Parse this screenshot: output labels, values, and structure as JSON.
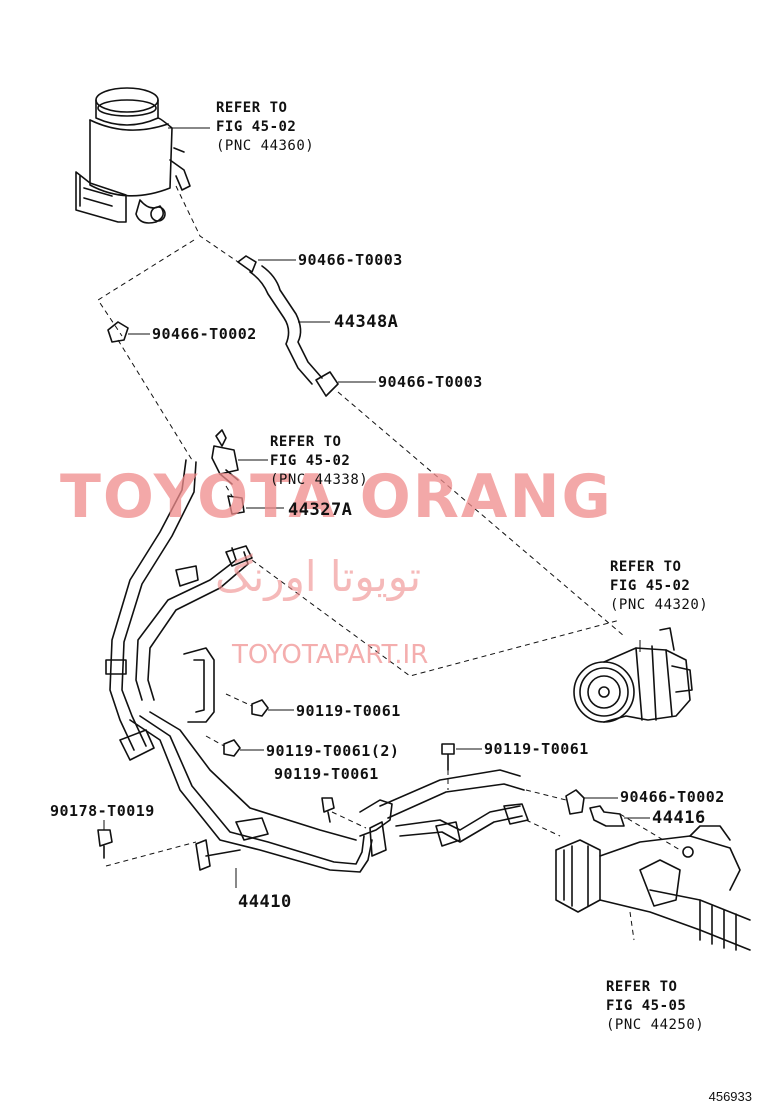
{
  "labels": {
    "p1": "90466-T0003",
    "p2": "44348A",
    "p3": "90466-T0002",
    "p4": "90466-T0003",
    "p5": "44327A",
    "p6": "90119-T0061",
    "p7": "90119-T0061(2)",
    "p8": "90119-T0061",
    "p9": "90119-T0061",
    "p10": "90178-T0019",
    "p11": "90466-T0002",
    "p12": "44416",
    "p13": "44410"
  },
  "refs": {
    "r1": {
      "line1": "REFER TO",
      "line2": "FIG 45-02",
      "line3": "(PNC 44360)"
    },
    "r2": {
      "line1": "REFER TO",
      "line2": "FIG 45-02",
      "line3": "(PNC 44338)"
    },
    "r3": {
      "line1": "REFER TO",
      "line2": "FIG 45-02",
      "line3": "(PNC 44320)"
    },
    "r4": {
      "line1": "REFER TO",
      "line2": "FIG 45-05",
      "line3": "(PNC 44250)"
    }
  },
  "watermark": {
    "main": "TOYOTA ORANG",
    "persian": "تویوتا اورنگ",
    "url": "TOYOTAPART.IR"
  },
  "figure_number": "456933",
  "colors": {
    "line": "#111111",
    "watermark": "#f08c8c"
  }
}
